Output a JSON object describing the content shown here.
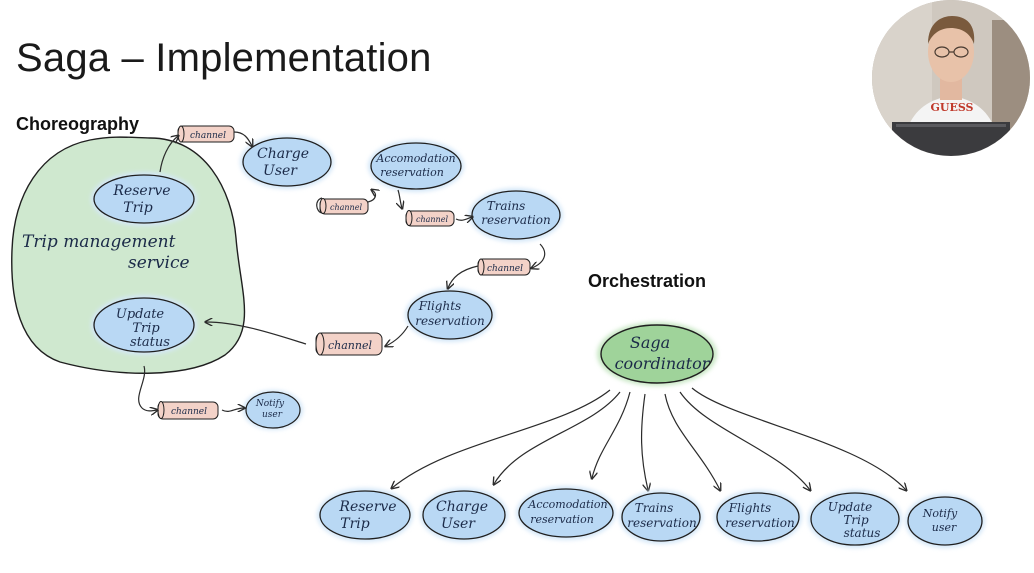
{
  "slide": {
    "title": "Saga – Implementation",
    "choreography_heading": "Choreography",
    "orchestration_heading": "Orchestration"
  },
  "choreography": {
    "service_label": [
      "Trip management",
      "service"
    ],
    "nodes": {
      "reserve_trip": [
        "Reserve",
        "Trip"
      ],
      "update_trip_status": [
        "Update",
        "Trip",
        "status"
      ],
      "charge_user": [
        "Charge",
        "User"
      ],
      "accommodation": [
        "Accomodation",
        "reservation"
      ],
      "trains": [
        "Trains",
        "reservation"
      ],
      "flights": [
        "Flights",
        "reservation"
      ],
      "notify_user": [
        "Notify",
        "user"
      ]
    },
    "channel_label": "channel"
  },
  "orchestration": {
    "coordinator": [
      "Saga",
      "coordinator"
    ],
    "nodes": [
      [
        "Reserve",
        "Trip"
      ],
      [
        "Charge",
        "User"
      ],
      [
        "Accomodation",
        "reservation"
      ],
      [
        "Trains",
        "reservation"
      ],
      [
        "Flights",
        "reservation"
      ],
      [
        "Update",
        "Trip",
        "status"
      ],
      [
        "Notify",
        "user"
      ]
    ]
  },
  "webcam": {
    "shirt_text": "GUESS"
  },
  "colors": {
    "blue_fill": "#b9d8f4",
    "blue_glow": "#d4e7f8",
    "green_fill": "#cfe8cf",
    "coordinator_green": "#9fd39a",
    "channel_fill": "#f3d2c8",
    "ink": "#1b2a48"
  }
}
